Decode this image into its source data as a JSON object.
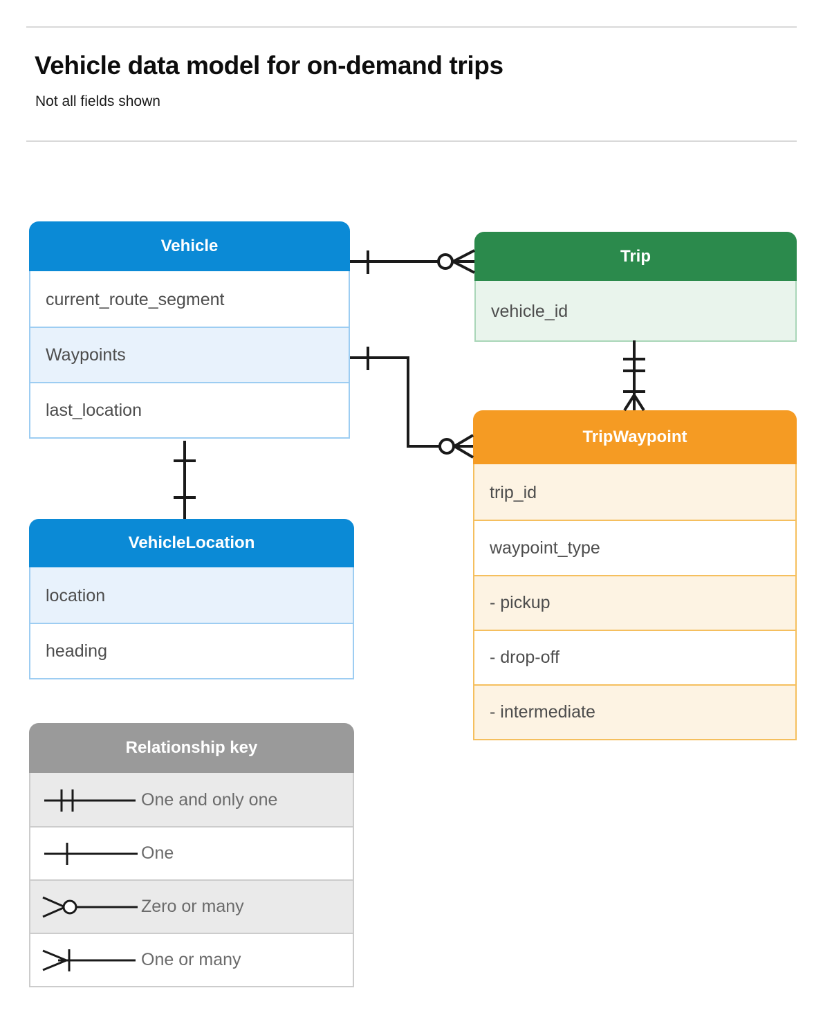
{
  "header": {
    "title": "Vehicle data model for on-demand trips",
    "subtitle": "Not all fields shown"
  },
  "diagram": {
    "type": "entity-relationship-diagram",
    "entities": [
      {
        "id": "vehicle",
        "name": "Vehicle",
        "color": "#0b8ad6",
        "fields": [
          "current_route_segment",
          "Waypoints",
          "last_location"
        ]
      },
      {
        "id": "trip",
        "name": "Trip",
        "color": "#2b8a4c",
        "fields": [
          "vehicle_id"
        ]
      },
      {
        "id": "vehicle_location",
        "name": "VehicleLocation",
        "color": "#0b8ad6",
        "fields": [
          "location",
          "heading"
        ]
      },
      {
        "id": "trip_waypoint",
        "name": "TripWaypoint",
        "color": "#f59b23",
        "fields": [
          "trip_id",
          "waypoint_type",
          "-  pickup",
          "-  drop-off",
          "-  intermediate"
        ]
      }
    ],
    "relationships": [
      {
        "from": "vehicle",
        "to": "trip",
        "from_cardinality": "One",
        "to_cardinality": "Zero or many"
      },
      {
        "from": "vehicle.Waypoints",
        "to": "trip_waypoint",
        "from_cardinality": "One",
        "to_cardinality": "Zero or many"
      },
      {
        "from": "trip",
        "to": "trip_waypoint",
        "from_cardinality": "One and only one",
        "to_cardinality": "One or many"
      },
      {
        "from": "vehicle",
        "to": "vehicle_location",
        "from_cardinality": "One",
        "to_cardinality": "One"
      }
    ]
  },
  "legend": {
    "title": "Relationship key",
    "items": [
      {
        "symbol": "one-and-only-one-icon",
        "label": "One and only one"
      },
      {
        "symbol": "one-icon",
        "label": "One"
      },
      {
        "symbol": "zero-or-many-icon",
        "label": "Zero or many"
      },
      {
        "symbol": "one-or-many-icon",
        "label": "One or many"
      }
    ]
  }
}
